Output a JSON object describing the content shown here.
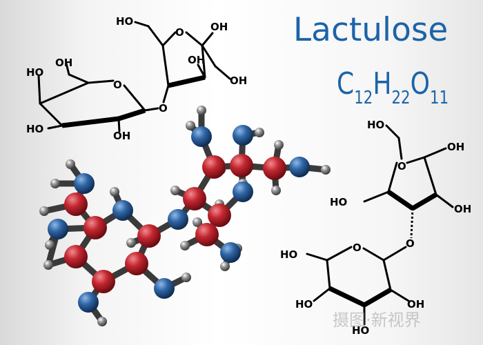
{
  "title": "Lactulose",
  "formula": {
    "c": "C",
    "c_n": "12",
    "h": "H",
    "h_n": "22",
    "o": "O",
    "o_n": "11"
  },
  "atom_labels": {
    "ring_oxygen": "O",
    "oh": "OH",
    "ho": "HO",
    "linker_o": "O"
  },
  "watermark": "摄图·新视界",
  "colors": {
    "title": "#1b64a8",
    "carbon": "#b3202a",
    "oxygen": "#245a94",
    "hydrogen": "#7a7a7a",
    "bond": "#3a3a3a"
  }
}
